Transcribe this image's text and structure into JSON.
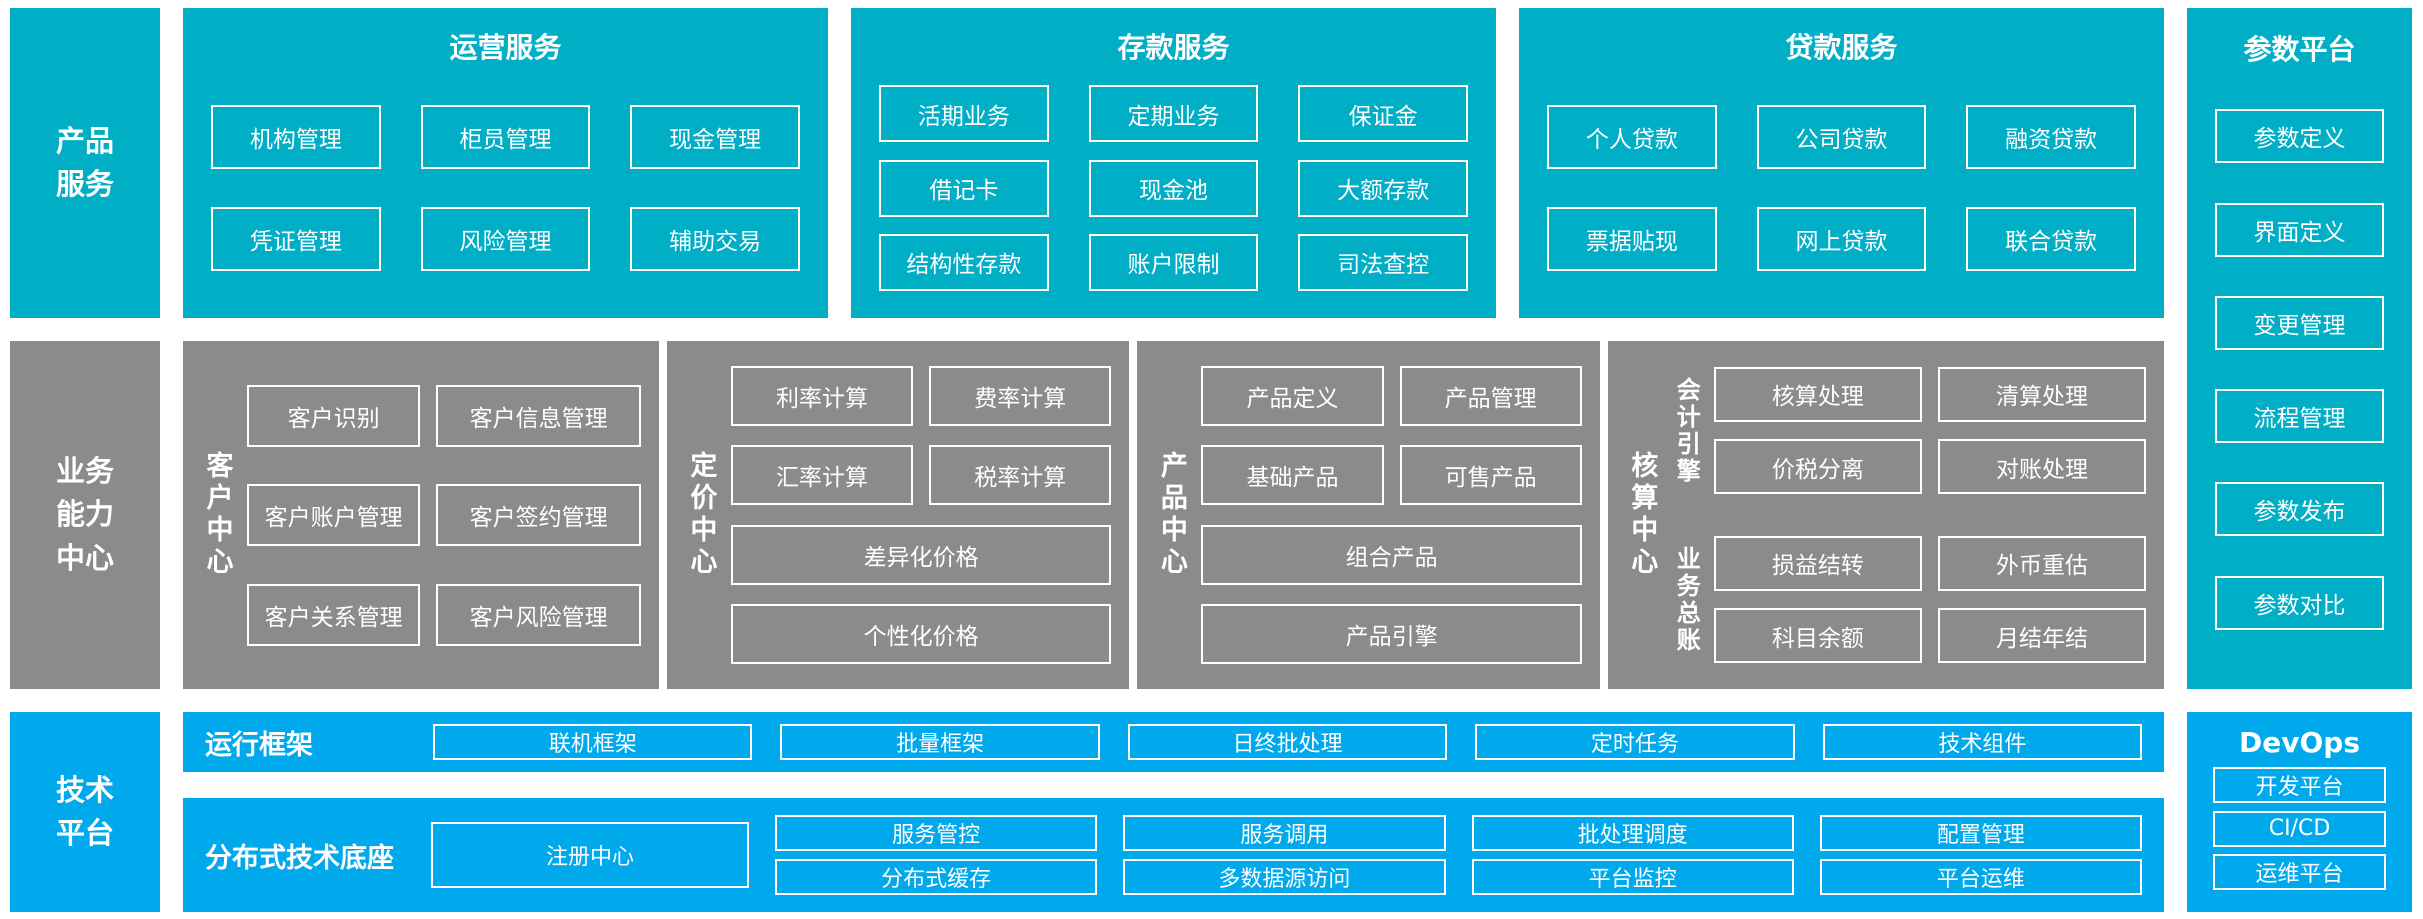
{
  "colors": {
    "teal": "#00AEC6",
    "gray": "#8B8B8B",
    "blue": "#00A8EC",
    "box_border": "#FFFFFF",
    "background": "#FFFFFF"
  },
  "rails": {
    "product": "产品服务",
    "capability": "业务能力中心",
    "tech": "技术平台"
  },
  "product_row": [
    {
      "title": "运营服务",
      "items": [
        "机构管理",
        "柜员管理",
        "现金管理",
        "凭证管理",
        "风险管理",
        "辅助交易"
      ]
    },
    {
      "title": "存款服务",
      "items": [
        "活期业务",
        "定期业务",
        "保证金",
        "借记卡",
        "现金池",
        "大额存款",
        "结构性存款",
        "账户限制",
        "司法查控"
      ]
    },
    {
      "title": "贷款服务",
      "items": [
        "个人贷款",
        "公司贷款",
        "融资贷款",
        "票据贴现",
        "网上贷款",
        "联合贷款"
      ]
    }
  ],
  "param_platform": {
    "title": "参数平台",
    "items": [
      "参数定义",
      "界面定义",
      "变更管理",
      "流程管理",
      "参数发布",
      "参数对比"
    ]
  },
  "capability_row": {
    "customer": {
      "label": "客户中心",
      "items": [
        "客户识别",
        "客户信息管理",
        "客户账户管理",
        "客户签约管理",
        "客户关系管理",
        "客户风险管理"
      ]
    },
    "pricing": {
      "label": "定价中心",
      "grid": [
        "利率计算",
        "费率计算",
        "汇率计算",
        "税率计算"
      ],
      "wide": [
        "差异化价格",
        "个性化价格"
      ]
    },
    "product": {
      "label": "产品中心",
      "grid": [
        "产品定义",
        "产品管理",
        "基础产品",
        "可售产品"
      ],
      "wide": [
        "组合产品",
        "产品引擎"
      ]
    },
    "accounting": {
      "label": "核算中心",
      "groups": [
        {
          "label": "会计引擎",
          "items": [
            "核算处理",
            "清算处理",
            "价税分离",
            "对账处理"
          ]
        },
        {
          "label": "业务总账",
          "items": [
            "损益结转",
            "外币重估",
            "科目余额",
            "月结年结"
          ]
        }
      ]
    }
  },
  "tech_row": {
    "runtime": {
      "label": "运行框架",
      "items": [
        "联机框架",
        "批量框架",
        "日终批处理",
        "定时任务",
        "技术组件"
      ]
    },
    "distributed": {
      "label": "分布式技术底座",
      "registry": "注册中心",
      "rows": [
        [
          "服务管控",
          "服务调用",
          "批处理调度",
          "配置管理"
        ],
        [
          "分布式缓存",
          "多数据源访问",
          "平台监控",
          "平台运维"
        ]
      ]
    },
    "devops": {
      "title": "DevOps",
      "items": [
        "开发平台",
        "CI/CD",
        "运维平台"
      ]
    }
  }
}
